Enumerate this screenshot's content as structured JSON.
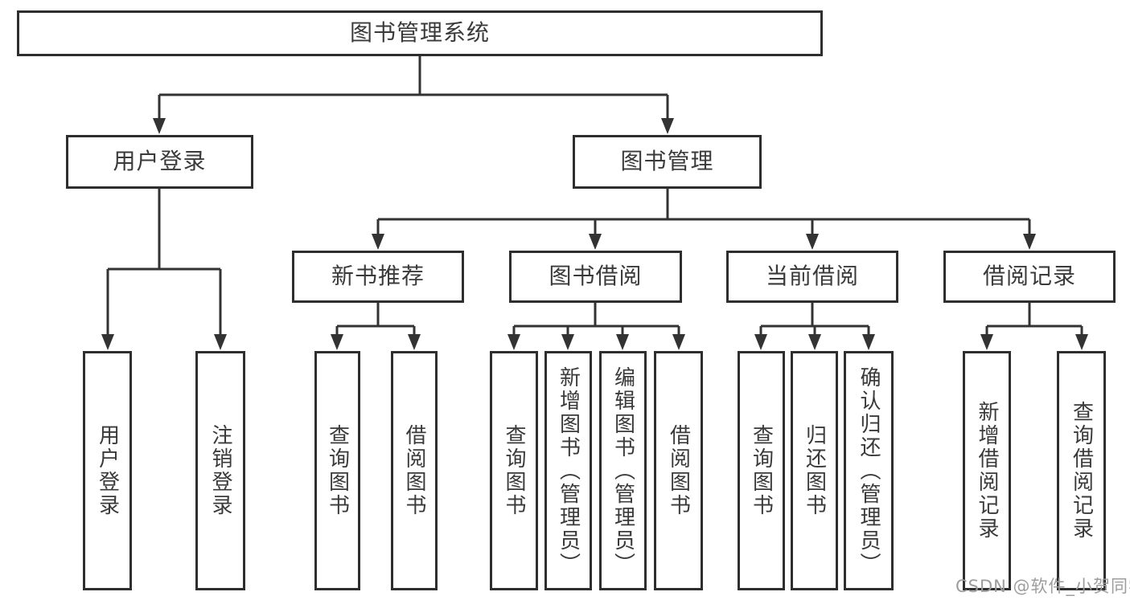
{
  "diagram": {
    "root": {
      "label": "图书管理系统"
    },
    "level2": {
      "user_login": {
        "label": "用户登录"
      },
      "book_mgmt": {
        "label": "图书管理"
      }
    },
    "level3": {
      "new_book_rec": {
        "label": "新书推荐"
      },
      "book_borrow": {
        "label": "图书借阅"
      },
      "current_borrow": {
        "label": "当前借阅"
      },
      "borrow_record": {
        "label": "借阅记录"
      }
    },
    "leaves": {
      "user_login_leaf": {
        "label": "用户登录"
      },
      "logout_leaf": {
        "label": "注销登录"
      },
      "rec_query_books": {
        "label": "查询图书"
      },
      "rec_borrow_books": {
        "label": "借阅图书"
      },
      "bb_query_books": {
        "label": "查询图书"
      },
      "bb_add_books": {
        "label": "新增图书（管理员）"
      },
      "bb_edit_books": {
        "label": "编辑图书（管理员）"
      },
      "bb_borrow_books": {
        "label": "借阅图书"
      },
      "cb_query_books": {
        "label": "查询图书"
      },
      "cb_return_books": {
        "label": "归还图书"
      },
      "cb_confirm_return": {
        "label": "确认归还（管理员）"
      },
      "br_add_record": {
        "label": "新增借阅记录"
      },
      "br_query_record": {
        "label": "查询借阅记录"
      }
    },
    "colors": {
      "line": "#333333",
      "border": "#2e2e2e",
      "text": "#3a3a3a",
      "watermark": "#9d9d9d"
    },
    "watermark": "CSDN @软件_小贺同学"
  }
}
